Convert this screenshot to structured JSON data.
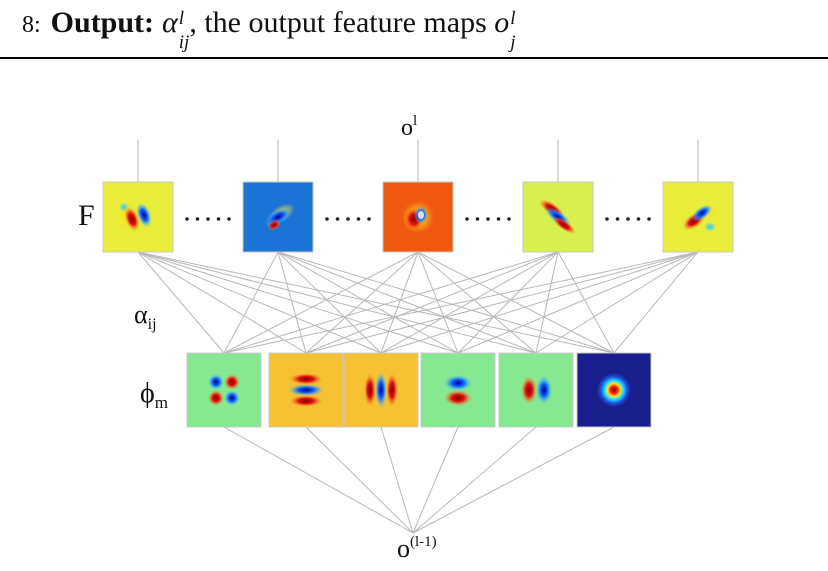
{
  "header": {
    "line_number": "8:",
    "keyword": "Output:",
    "symbol_alpha": "α",
    "alpha_sup": "l",
    "alpha_sub": "ij",
    "text": ", the output feature maps ",
    "symbol_o": "o",
    "o_sup": "l",
    "o_sub": "j"
  },
  "diagram": {
    "top_label": "o",
    "top_label_sup": "l",
    "f_label": "F",
    "alpha_label": "α",
    "alpha_sub": "ij",
    "phi_label": "ϕ",
    "phi_sub": "m",
    "bottom_label": "o",
    "bottom_label_sup": "(l-1)",
    "filters": [
      {
        "bg": "#e8ee3a",
        "pattern": "swirl-left"
      },
      {
        "bg": "#1b73d8",
        "pattern": "diagonal-dark"
      },
      {
        "bg": "#f05a10",
        "pattern": "center-blob"
      },
      {
        "bg": "#d8f050",
        "pattern": "diagonal-bands"
      },
      {
        "bg": "#e8ee3a",
        "pattern": "swirl-right"
      }
    ],
    "bases": [
      {
        "bg": "#86e890",
        "pattern": "quad-checker"
      },
      {
        "bg": "#f6c234",
        "pattern": "horizontal-lobes"
      },
      {
        "bg": "#f6c234",
        "pattern": "vertical-lobes"
      },
      {
        "bg": "#86e890",
        "pattern": "vertical-dipole"
      },
      {
        "bg": "#86e890",
        "pattern": "horizontal-dipole"
      },
      {
        "bg": "#1a1e8c",
        "pattern": "gaussian-ring"
      }
    ]
  }
}
